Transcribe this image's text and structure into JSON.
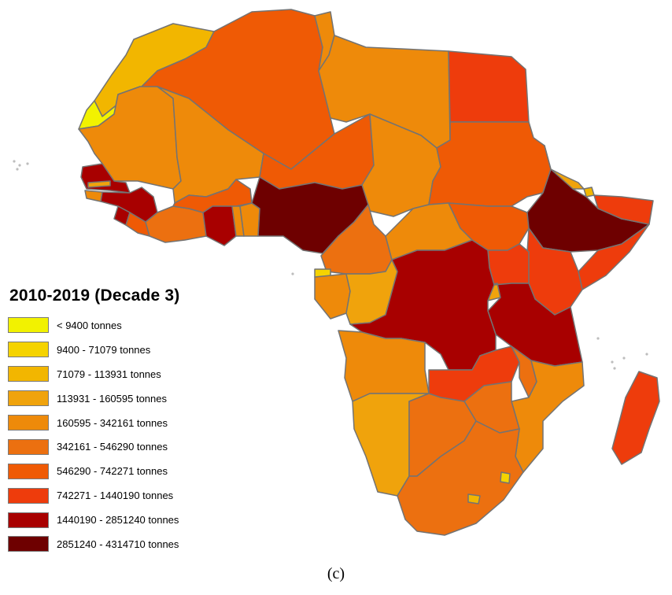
{
  "legend": {
    "title": "2010-2019 (Decade 3)",
    "classes": [
      {
        "label": "< 9400 tonnes",
        "color": "#f2f200"
      },
      {
        "label": "9400 - 71079 tonnes",
        "color": "#f5d300"
      },
      {
        "label": "71079 - 113931 tonnes",
        "color": "#f2b600"
      },
      {
        "label": "113931 - 160595 tonnes",
        "color": "#f0a30c"
      },
      {
        "label": "160595 - 342161 tonnes",
        "color": "#ee8a0a"
      },
      {
        "label": "342161 - 546290 tonnes",
        "color": "#ec7010"
      },
      {
        "label": "546290 - 742271 tonnes",
        "color": "#ef5a05"
      },
      {
        "label": "742271 - 1440190 tonnes",
        "color": "#ee3c0c"
      },
      {
        "label": "1440190 - 2851240 tonnes",
        "color": "#a80000"
      },
      {
        "label": "2851240 - 4314710 tonnes",
        "color": "#6e0000"
      }
    ]
  },
  "caption": "(c)",
  "border_color": "#737373",
  "regions": [
    {
      "name": "Morocco",
      "class": 2
    },
    {
      "name": "Western Sahara",
      "class": 0
    },
    {
      "name": "Algeria",
      "class": 6
    },
    {
      "name": "Tunisia",
      "class": 4
    },
    {
      "name": "Libya",
      "class": 4
    },
    {
      "name": "Egypt",
      "class": 7
    },
    {
      "name": "Mauritania",
      "class": 4
    },
    {
      "name": "Mali",
      "class": 4
    },
    {
      "name": "Niger",
      "class": 6
    },
    {
      "name": "Chad",
      "class": 4
    },
    {
      "name": "Sudan",
      "class": 6
    },
    {
      "name": "South Sudan",
      "class": 6
    },
    {
      "name": "Eritrea",
      "class": 3
    },
    {
      "name": "Djibouti",
      "class": 2
    },
    {
      "name": "Ethiopia",
      "class": 9
    },
    {
      "name": "Somalia",
      "class": 7
    },
    {
      "name": "Kenya",
      "class": 7
    },
    {
      "name": "Uganda",
      "class": 7
    },
    {
      "name": "Rwanda",
      "class": 3
    },
    {
      "name": "Tanzania",
      "class": 8
    },
    {
      "name": "Senegal",
      "class": 8
    },
    {
      "name": "Gambia",
      "class": 3
    },
    {
      "name": "Guinea-Bissau",
      "class": 4
    },
    {
      "name": "Guinea",
      "class": 8
    },
    {
      "name": "Sierra Leone",
      "class": 8
    },
    {
      "name": "Liberia",
      "class": 6
    },
    {
      "name": "Cote d'Ivoire",
      "class": 5
    },
    {
      "name": "Burkina Faso",
      "class": 6
    },
    {
      "name": "Ghana",
      "class": 8
    },
    {
      "name": "Togo",
      "class": 4
    },
    {
      "name": "Benin",
      "class": 4
    },
    {
      "name": "Nigeria",
      "class": 9
    },
    {
      "name": "Cameroon",
      "class": 5
    },
    {
      "name": "Central African Republic",
      "class": 4
    },
    {
      "name": "Equatorial Guinea",
      "class": 1
    },
    {
      "name": "Gabon",
      "class": 4
    },
    {
      "name": "Congo",
      "class": 3
    },
    {
      "name": "DR Congo",
      "class": 8
    },
    {
      "name": "Angola",
      "class": 4
    },
    {
      "name": "Zambia",
      "class": 7
    },
    {
      "name": "Malawi",
      "class": 5
    },
    {
      "name": "Mozambique",
      "class": 4
    },
    {
      "name": "Zimbabwe",
      "class": 5
    },
    {
      "name": "Namibia",
      "class": 3
    },
    {
      "name": "Botswana",
      "class": 5
    },
    {
      "name": "South Africa",
      "class": 5
    },
    {
      "name": "Eswatini",
      "class": 1
    },
    {
      "name": "Lesotho",
      "class": 2
    },
    {
      "name": "Madagascar",
      "class": 7
    }
  ]
}
